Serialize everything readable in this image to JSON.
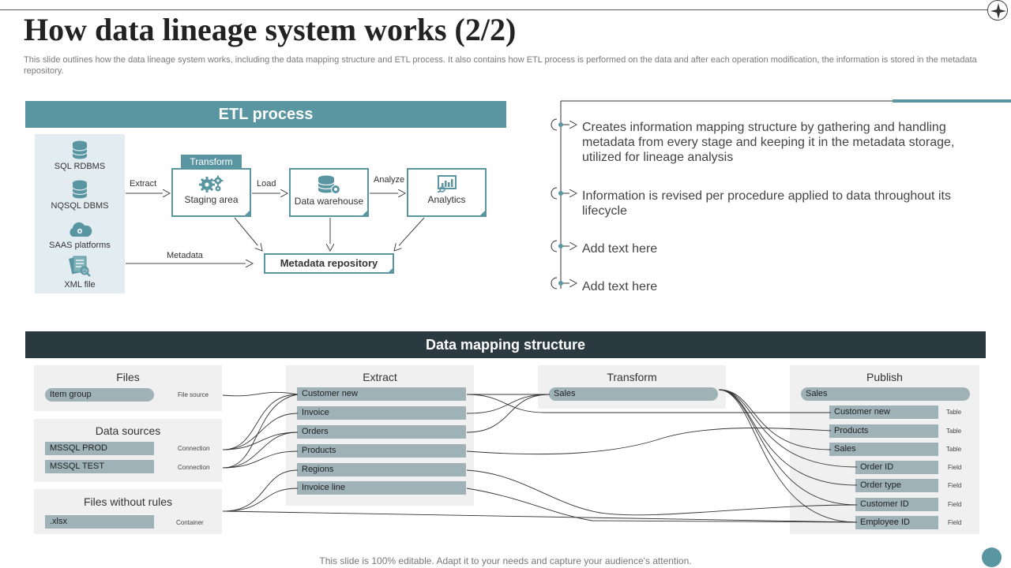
{
  "title": "How data lineage system works (2/2)",
  "subtitle": "This slide outlines how the data lineage system works, including the data mapping structure and ETL process. It also contains how ETL process is performed on the data and after each operation modification, the information is stored in the metadata repository.",
  "etl": {
    "header": "ETL process",
    "sources": [
      {
        "label": "SQL RDBMS",
        "icon": "database-icon"
      },
      {
        "label": "NQSQL DBMS",
        "icon": "database-icon"
      },
      {
        "label": "SAAS platforms",
        "icon": "cloud-gear-icon"
      },
      {
        "label": "XML file",
        "icon": "document-search-icon"
      }
    ],
    "transform_tab": "Transform",
    "stages": [
      {
        "label": "Staging area",
        "icon": "gears-icon"
      },
      {
        "label": "Data warehouse",
        "icon": "database-gear-icon"
      },
      {
        "label": "Analytics",
        "icon": "analytics-chart-icon"
      }
    ],
    "edge_labels": {
      "extract": "Extract",
      "load": "Load",
      "analyze": "Analyze",
      "metadata": "Metadata"
    },
    "repository": "Metadata repository"
  },
  "points": [
    "Creates information mapping structure  by gathering and handling metadata from every stage and keeping it in the metadata storage, utilized for lineage analysis",
    "Information  is revised per procedure applied to data throughout its lifecycle",
    "Add text here",
    "Add text here"
  ],
  "mapping": {
    "header": "Data mapping structure",
    "files": {
      "title": "Files",
      "items": [
        {
          "label": "Item group",
          "tag": "File source"
        }
      ]
    },
    "data_sources": {
      "title": "Data sources",
      "items": [
        {
          "label": "MSSQL PROD",
          "tag": "Connection"
        },
        {
          "label": "MSSQL TEST",
          "tag": "Connection"
        }
      ]
    },
    "files_without_rules": {
      "title": "Files without rules",
      "items": [
        {
          "label": ".xlsx",
          "tag": "Container"
        }
      ]
    },
    "extract": {
      "title": "Extract",
      "items": [
        "Customer new",
        "Invoice",
        "Orders",
        "Products",
        "Regions",
        "Invoice line"
      ]
    },
    "transform": {
      "title": "Transform",
      "items": [
        "Sales"
      ]
    },
    "publish": {
      "title": "Publish",
      "root": "Sales",
      "items": [
        {
          "label": "Customer new",
          "tag": "Table"
        },
        {
          "label": "Products",
          "tag": "Table"
        },
        {
          "label": "Sales",
          "tag": "Table"
        },
        {
          "label": "Order  ID",
          "tag": "Field"
        },
        {
          "label": "Order type",
          "tag": "Field"
        },
        {
          "label": "Customer ID",
          "tag": "Field"
        },
        {
          "label": "Employee ID",
          "tag": "Field"
        }
      ]
    }
  },
  "footer": "This slide is 100% editable. Adapt it to your needs and capture your audience's attention.",
  "colors": {
    "accent": "#5a96a2",
    "dark": "#2b3a40",
    "pill": "#9fb2b8",
    "panel": "#f0f0f0"
  }
}
